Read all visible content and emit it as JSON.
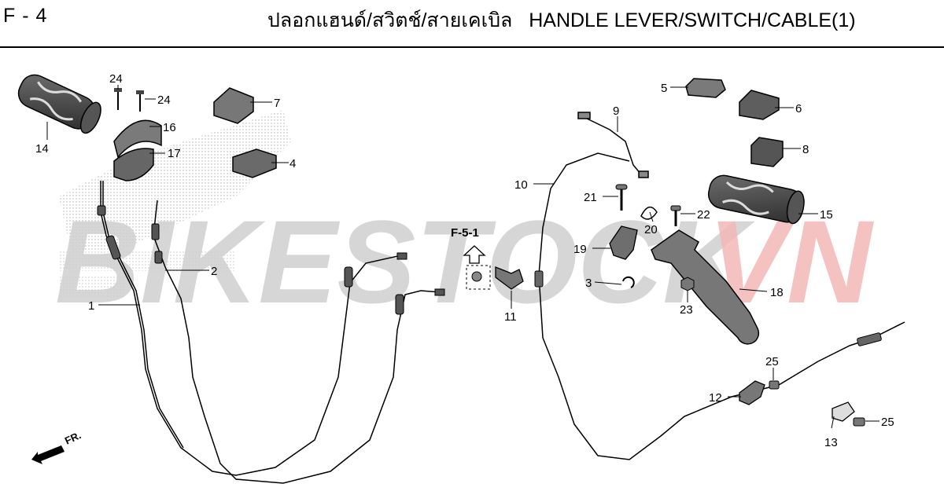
{
  "header": {
    "page_label": "F - 4",
    "title": "ปลอกแฮนด์/สวิตช์/สายเคเบิล   HANDLE LEVER/SWITCH/CABLE(1)"
  },
  "watermark": {
    "main": "BIKESTOCK",
    "suffix": "VN",
    "main_color": "#cfcfcf",
    "suffix_color": "#f4b8b8"
  },
  "reference": {
    "label": "F-5-1"
  },
  "direction": {
    "label": "FR."
  },
  "callouts": [
    "1",
    "2",
    "3",
    "4",
    "5",
    "6",
    "7",
    "8",
    "9",
    "10",
    "11",
    "12",
    "13",
    "14",
    "15",
    "16",
    "17",
    "18",
    "19",
    "20",
    "21",
    "22",
    "23",
    "24",
    "24",
    "25",
    "25"
  ]
}
